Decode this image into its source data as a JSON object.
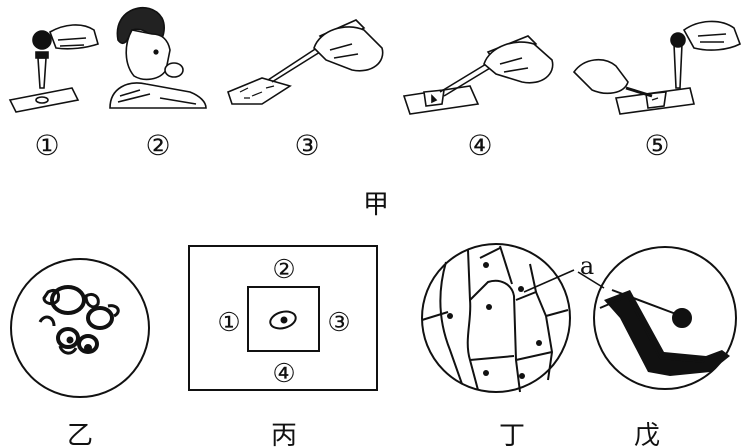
{
  "top_row": {
    "step_labels": [
      "①",
      "②",
      "③",
      "④",
      "⑤"
    ],
    "group_label": "甲"
  },
  "bottom_row": {
    "panel_labels": [
      "乙",
      "丙",
      "丁",
      "戊"
    ],
    "field_view": {
      "left": "①",
      "top": "②",
      "right": "③",
      "bottom": "④"
    },
    "cell_label": "a"
  },
  "colors": {
    "ink": "#111111",
    "background": "#ffffff"
  }
}
